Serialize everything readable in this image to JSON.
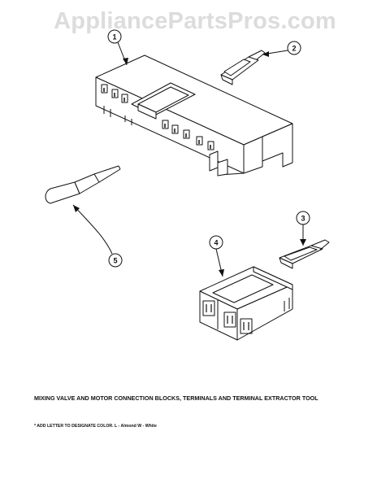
{
  "watermark": "AppliancePartsPros.com",
  "callouts": [
    {
      "number": "1",
      "part": "connection-block"
    },
    {
      "number": "2",
      "part": "terminal"
    },
    {
      "number": "3",
      "part": "terminal"
    },
    {
      "number": "4",
      "part": "terminal-block"
    },
    {
      "number": "5",
      "part": "terminal-extractor-tool"
    }
  ],
  "caption": "MIXING VALVE AND MOTOR CONNECTION BLOCKS, TERMINALS AND TERMINAL EXTRACTOR TOOL",
  "note": "* ADD LETTER TO DESIGNATE COLOR.  L - Almond  W - White"
}
